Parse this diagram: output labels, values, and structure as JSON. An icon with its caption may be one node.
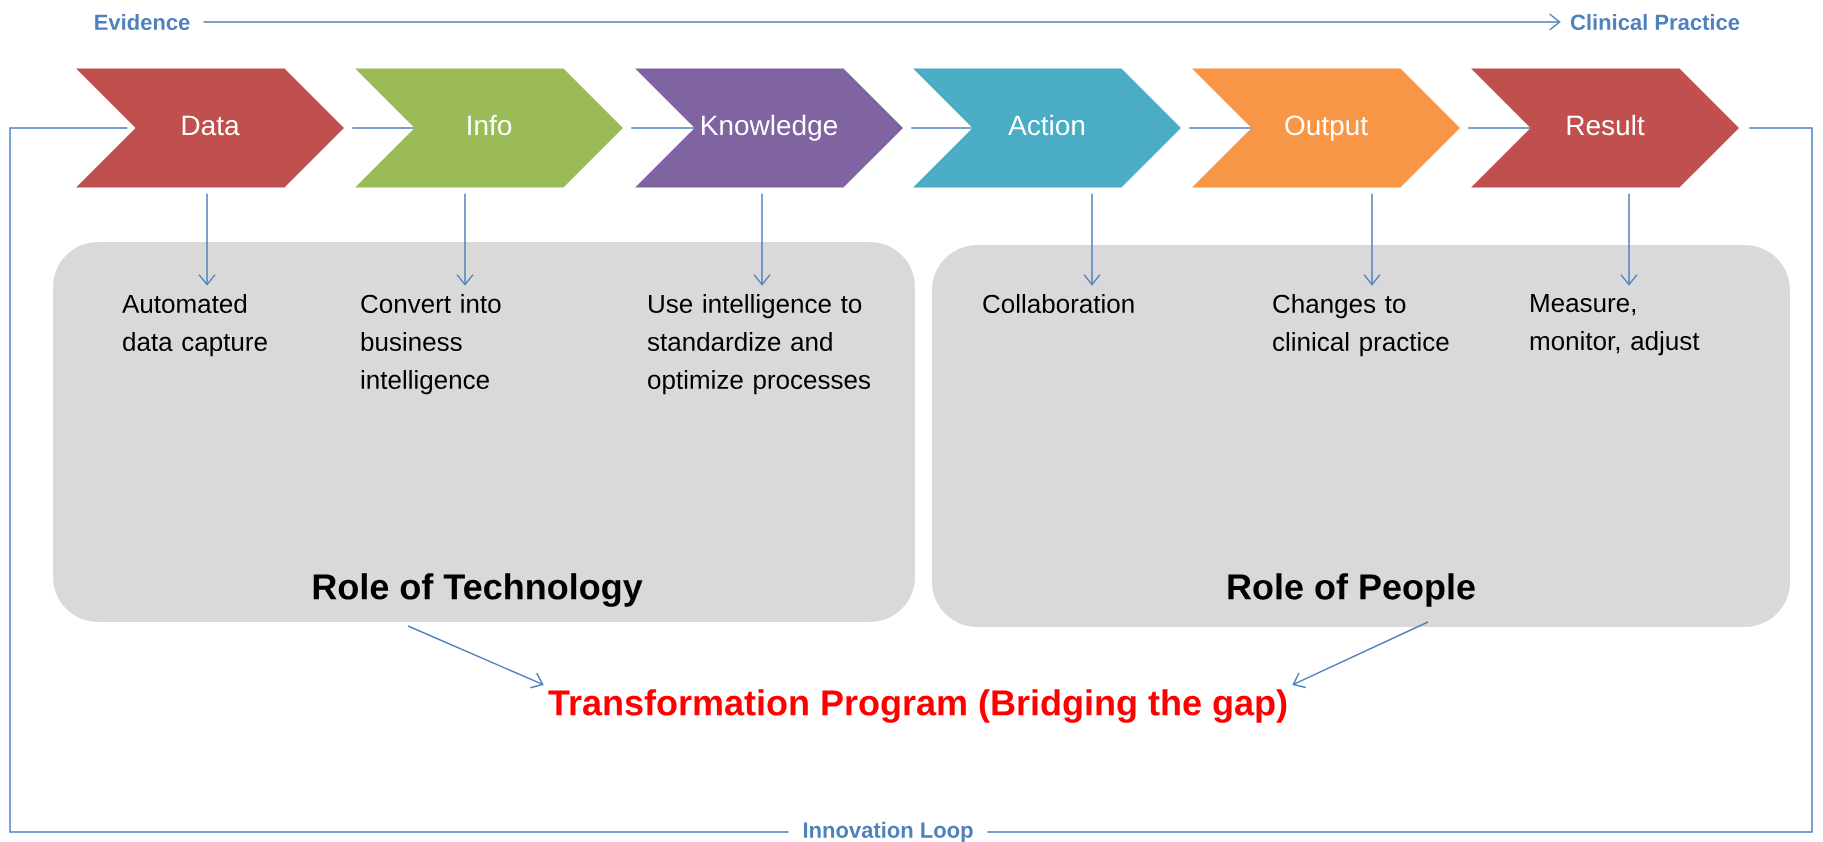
{
  "diagram": {
    "nodes": [
      {
        "text": [
          "Evidence"
        ]
      },
      {
        "text": [
          "Clinical Practice"
        ]
      },
      {
        "text": [
          "Data"
        ]
      },
      {
        "text": [
          "Info"
        ]
      },
      {
        "text": [
          "Knowledge"
        ]
      },
      {
        "text": [
          "Action"
        ]
      },
      {
        "text": [
          "Output"
        ]
      },
      {
        "text": [
          "Result"
        ]
      },
      {
        "text": [
          "Role of Technology"
        ]
      },
      {
        "text": [
          "Automated data capture"
        ],
        "in": 8
      },
      {
        "text": [
          "Convert into business intelligence"
        ],
        "in": 8
      },
      {
        "text": [
          "Use intelligence to standardize and optimize processes"
        ],
        "in": 8
      },
      {
        "text": [
          "Role of People"
        ]
      },
      {
        "text": [
          "Collaboration"
        ],
        "in": 12
      },
      {
        "text": [
          "Changes to clinical practice"
        ],
        "in": 12
      },
      {
        "text": [
          "Measure, monitor, adjust"
        ],
        "in": 12
      },
      {
        "text": [
          "Transformation Program (Bridging the gap)"
        ]
      }
    ],
    "edges": [
      {
        "from": 0,
        "to": 1,
        "arrow": "to"
      },
      {
        "from": 2,
        "to": 3,
        "arrow": "none"
      },
      {
        "from": 3,
        "to": 4,
        "arrow": "none"
      },
      {
        "from": 4,
        "to": 5,
        "arrow": "none"
      },
      {
        "from": 5,
        "to": 6,
        "arrow": "none"
      },
      {
        "from": 6,
        "to": 7,
        "arrow": "none"
      },
      {
        "from": 7,
        "to": 2,
        "arrow": "none",
        "label": "Innovation Loop"
      },
      {
        "from": 2,
        "to": 9,
        "arrow": "to"
      },
      {
        "from": 3,
        "to": 10,
        "arrow": "to"
      },
      {
        "from": 4,
        "to": 11,
        "arrow": "to"
      },
      {
        "from": 5,
        "to": 13,
        "arrow": "to"
      },
      {
        "from": 6,
        "to": 14,
        "arrow": "to"
      },
      {
        "from": 7,
        "to": 15,
        "arrow": "to"
      },
      {
        "from": 8,
        "to": 16,
        "arrow": "to"
      },
      {
        "from": 12,
        "to": 16,
        "arrow": "to"
      }
    ]
  }
}
